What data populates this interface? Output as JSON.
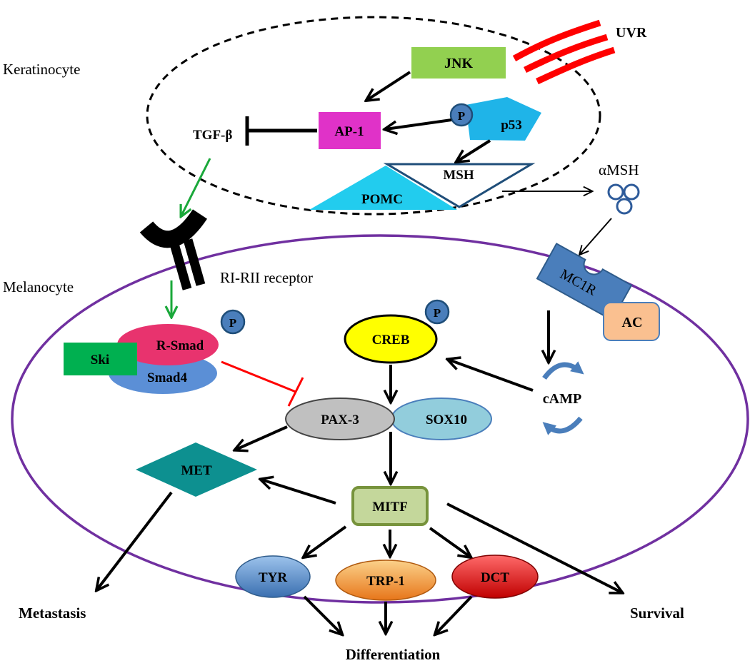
{
  "regions": {
    "keratinocyte": "Keratinocyte",
    "melanocyte": "Melanocyte"
  },
  "nodes": {
    "uvr": "UVR",
    "jnk": "JNK",
    "ap1": "AP-1",
    "p53": "p53",
    "p53_phospho": "P",
    "tgfb": "TGF-β",
    "msh": "MSH",
    "pomc": "POMC",
    "amsh": "αMSH",
    "receptor": "RI-RII receptor",
    "mc1r": "MC1R",
    "ac": "AC",
    "rsmad": "R-Smad",
    "rsmad_phospho": "P",
    "ski": "Ski",
    "smad4": "Smad4",
    "creb": "CREB",
    "creb_phospho": "P",
    "camp": "cAMP",
    "pax3": "PAX-3",
    "sox10": "SOX10",
    "met": "MET",
    "mitf": "MITF",
    "tyr": "TYR",
    "trp1": "TRP-1",
    "dct": "DCT"
  },
  "outcomes": {
    "metastasis": "Metastasis",
    "survival": "Survival",
    "differentiation": "Differentiation"
  },
  "colors": {
    "jnk": "#92d050",
    "ap1": "#e032c8",
    "p53": "#1fb4e8",
    "pomc": "#22ccee",
    "mc1r": "#4a7ebb",
    "ac": "#fac090",
    "rsmad": "#e8336e",
    "ski": "#00b050",
    "smad4": "#5b8fd6",
    "creb": "#ffff00",
    "pax3": "#c0c0c0",
    "sox10": "#92cddc",
    "met": "#0d9090",
    "mitf": "#c4d79b",
    "tyr": "#4f81bd",
    "trp1": "#f79646",
    "dct": "#e01010",
    "uvr": "#ff0000",
    "melanocyte_border": "#7030a0"
  }
}
